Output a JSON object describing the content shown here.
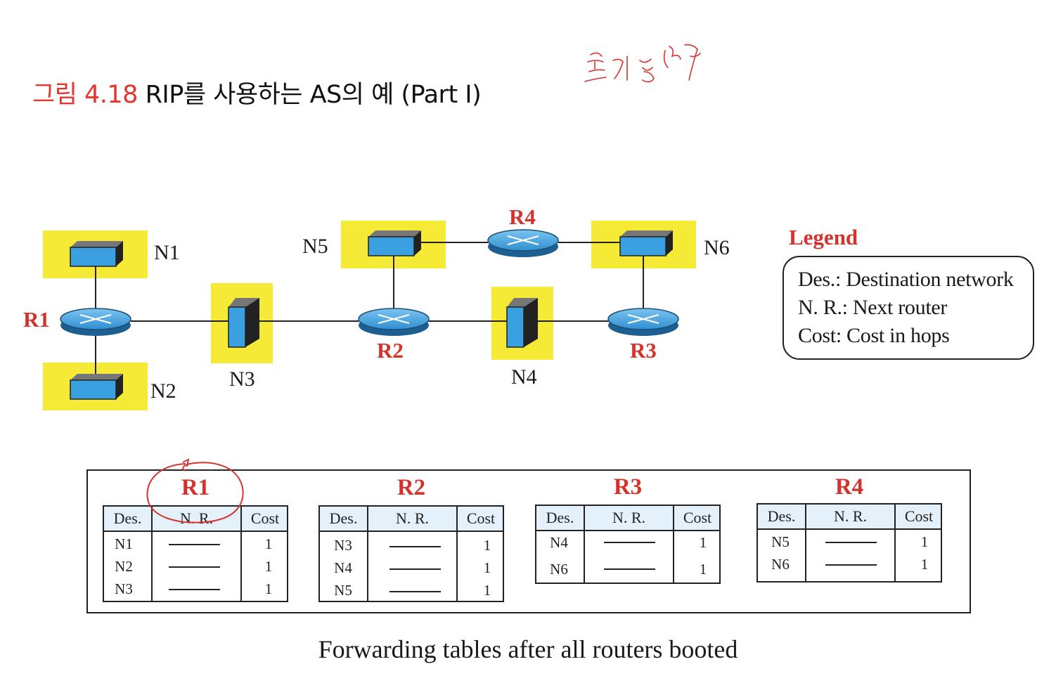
{
  "title": {
    "figure_label": "그림 4.18",
    "text": "RIP를 사용하는 AS의 예 (Part I)"
  },
  "diagram": {
    "networks": [
      "N1",
      "N2",
      "N3",
      "N4",
      "N5",
      "N6"
    ],
    "routers": [
      "R1",
      "R2",
      "R3",
      "R4"
    ]
  },
  "legend": {
    "title": "Legend",
    "lines": [
      "Des.: Destination network",
      "N. R.: Next router",
      "Cost: Cost in hops"
    ]
  },
  "tables": {
    "headers": {
      "des": "Des.",
      "nr": "N. R.",
      "cost": "Cost"
    },
    "R1": {
      "name": "R1",
      "rows": [
        {
          "des": "N1",
          "cost": "1"
        },
        {
          "des": "N2",
          "cost": "1"
        },
        {
          "des": "N3",
          "cost": "1"
        }
      ]
    },
    "R2": {
      "name": "R2",
      "rows": [
        {
          "des": "N3",
          "cost": "1"
        },
        {
          "des": "N4",
          "cost": "1"
        },
        {
          "des": "N5",
          "cost": "1"
        }
      ]
    },
    "R3": {
      "name": "R3",
      "rows": [
        {
          "des": "N4",
          "cost": "1"
        },
        {
          "des": "N6",
          "cost": "1"
        }
      ]
    },
    "R4": {
      "name": "R4",
      "rows": [
        {
          "des": "N5",
          "cost": "1"
        },
        {
          "des": "N6",
          "cost": "1"
        }
      ]
    }
  },
  "caption": "Forwarding tables after all routers booted",
  "colors": {
    "red": "#d4322b",
    "network_highlight": "#f5ea36",
    "device_blue": "#3aa0e0"
  }
}
